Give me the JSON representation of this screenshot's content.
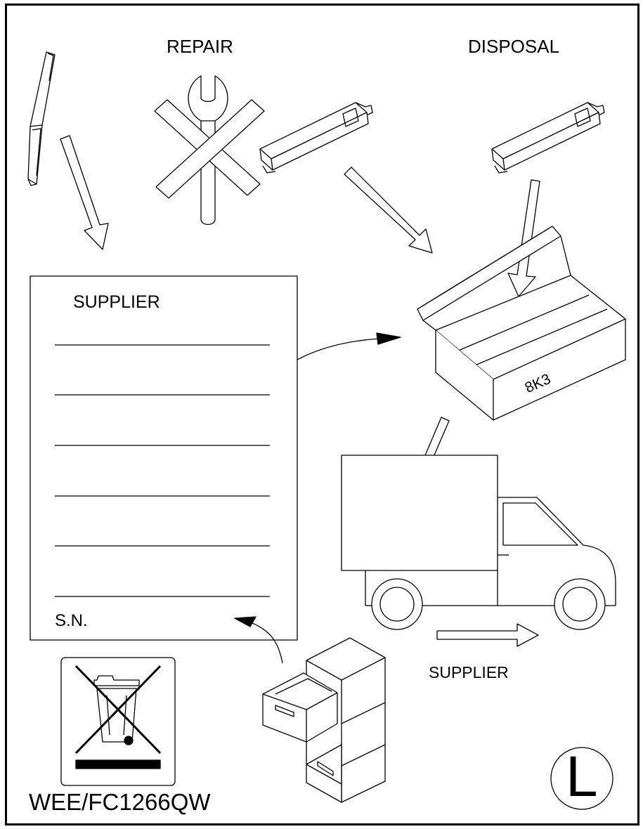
{
  "labels": {
    "repair": "REPAIR",
    "disposal": "DISPOSAL",
    "supplier_form": "SUPPLIER",
    "serial_number": "S.N.",
    "supplier_truck": "SUPPLIER",
    "box_code": "8K3",
    "model_code": "WEE/FC1266QW",
    "section_letter": "L"
  },
  "icons": {
    "pen": "pen-icon",
    "repair_crossed": "crossed-wrench-icon",
    "weee": "crossed-bin-icon",
    "truck": "truck-icon",
    "cabinet": "filing-cabinet-icon"
  },
  "colors": {
    "line": "#000000",
    "background": "#ffffff"
  }
}
